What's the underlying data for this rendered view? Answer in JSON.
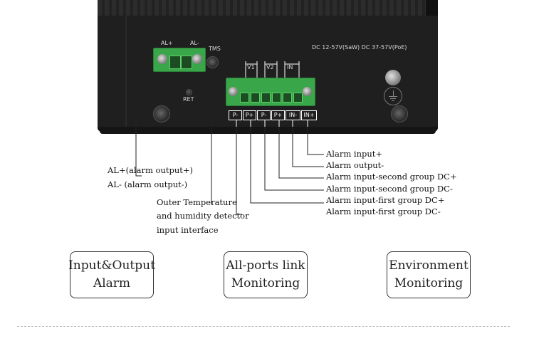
{
  "device": {
    "al_plus": "AL+",
    "al_minus": "AL-",
    "tms": "TMS",
    "ret": "RET",
    "v1": "V1",
    "v2": "V2",
    "in": "IN",
    "power_spec": "DC  12-57V(SaW) DC 37-57V(PoE)",
    "pins": [
      "P-",
      "P+",
      "P-",
      "P+",
      "IN-",
      "IN+"
    ]
  },
  "callouts": {
    "al_output_plus": "AL+(alarm output+)",
    "al_output_minus": "AL- (alarm output-)",
    "tms_line1": "Outer Temperature",
    "tms_line2": "and humidity detector",
    "tms_line3": "input interface",
    "alarm_input_plus": "Alarm input+",
    "alarm_output_minus": "Alarm output-",
    "second_dc_plus": "Alarm input-second group DC+",
    "second_dc_minus": "Alarm input-second group DC-",
    "first_dc_plus": "Alarm input-first group DC+",
    "first_dc_minus": "Alarm input-first group DC-"
  },
  "features": [
    {
      "line1": "Input&Output",
      "line2": "Alarm"
    },
    {
      "line1": "All-ports link",
      "line2": "Monitoring"
    },
    {
      "line1": "Environment",
      "line2": "Monitoring"
    }
  ]
}
